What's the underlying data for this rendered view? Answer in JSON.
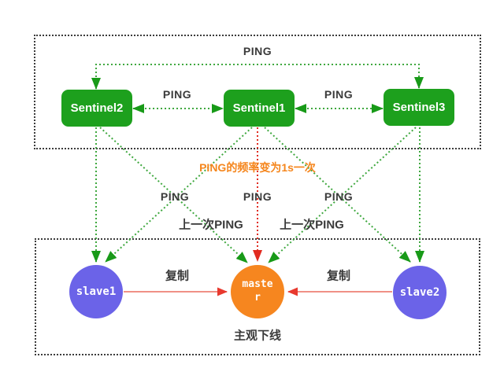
{
  "colors": {
    "sentinel_green": "#1da01d",
    "arrow_green": "#3fa83f",
    "arrowhead_green": "#189a18",
    "slave_purple": "#6b63e8",
    "master_orange": "#f6861f",
    "arrow_red": "#e12b20",
    "replicate_line_red": "#f09086",
    "label_dark": "#3a3a3a",
    "highlight_orange": "#f5861d",
    "border_dot_dark": "#3c3c3c"
  },
  "sentinel_group": {
    "nodes": [
      {
        "label": "Sentinel2"
      },
      {
        "label": "Sentinel1"
      },
      {
        "label": "Sentinel3"
      }
    ],
    "ping_top": "PING",
    "ping_left": "PING",
    "ping_right": "PING"
  },
  "middle": {
    "freq_note": "PING的频率变为1s一次",
    "ping_labels": [
      "PING",
      "PING",
      "PING"
    ],
    "last_ping_labels": [
      "上一次PING",
      "上一次PING"
    ]
  },
  "redis_group": {
    "nodes": [
      {
        "label": "slave1"
      },
      {
        "label": "master"
      },
      {
        "label": "slave2"
      }
    ],
    "replicate_labels": [
      "复制",
      "复制"
    ],
    "status_note": "主观下线"
  }
}
